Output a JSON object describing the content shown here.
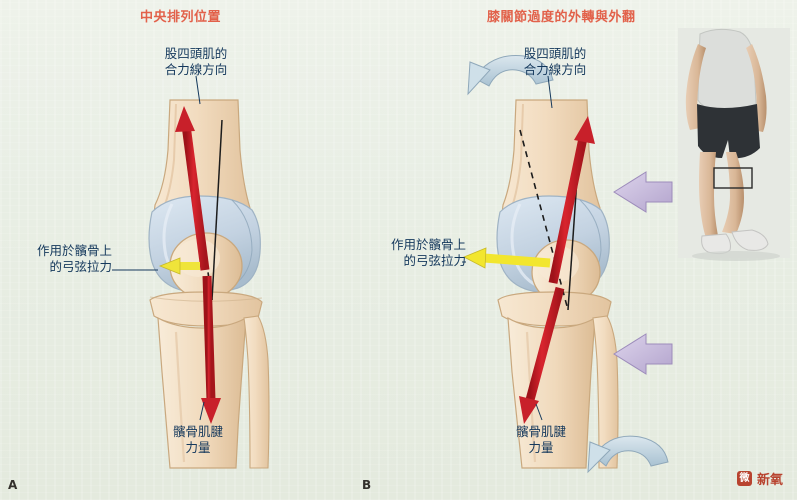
{
  "titles": {
    "panel_a": "中央排列位置",
    "panel_b": "膝關節過度的外轉與外翻"
  },
  "panel_letters": {
    "a": "A",
    "b": "B"
  },
  "annotations": {
    "a_quadriceps": "股四頭肌的\n合力線方向",
    "a_bowstring": "作用於髕骨上\n的弓弦拉力",
    "a_tendon": "髕骨肌腱\n力量",
    "b_quadriceps": "股四頭肌的\n合力線方向",
    "b_bowstring": "作用於髕骨上\n的弓弦拉力",
    "b_tendon": "髕骨肌腱\n力量"
  },
  "watermark": {
    "badge": "微",
    "label": "新氧"
  },
  "colors": {
    "title": "#e2614a",
    "annotation": "#14385c",
    "force_arrow": "#c8202a",
    "bowstring_arrow_a": "#efe43a",
    "bowstring_arrow_b": "#f2e62e",
    "rotation_arrow": "#b9cdd9",
    "valgus_arrow": "#c9bcdd",
    "bone": "#f2dcc0",
    "cartilage": "#c6d4e2",
    "background": "#e8eee4",
    "watermark": "#b8432f"
  },
  "figure": {
    "type": "anatomical-diagram",
    "subject": "knee-patellofemoral-alignment",
    "panels": [
      {
        "id": "A",
        "label": "中央排列位置",
        "elements": [
          "femur",
          "patella",
          "tibia",
          "fibula",
          "quadriceps-force-arrow",
          "patellar-tendon-force-arrow",
          "bowstring-force-arrow",
          "q-angle-dashed-line"
        ]
      },
      {
        "id": "B",
        "label": "膝關節過度的外轉與外翻",
        "elements": [
          "femur",
          "patella",
          "tibia",
          "fibula",
          "quadriceps-force-arrow",
          "patellar-tendon-force-arrow",
          "bowstring-force-arrow",
          "q-angle-dashed-line",
          "femoral-internal-rotation-arrow",
          "tibial-external-rotation-arrow",
          "valgus-arrow-upper",
          "valgus-arrow-lower",
          "photo-inset-standing-leg"
        ]
      }
    ]
  }
}
